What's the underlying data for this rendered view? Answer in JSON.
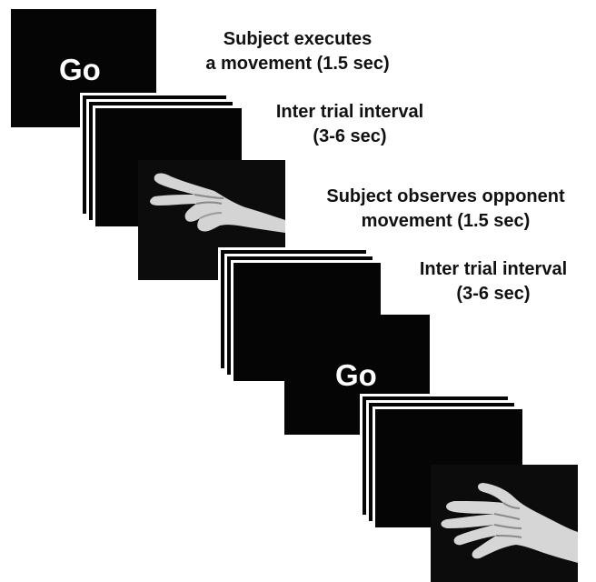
{
  "frames": {
    "go_cue": "Go",
    "hand_scissors": "hand-scissors-photo",
    "hand_paper": "hand-paper-photo"
  },
  "labels": {
    "execute": [
      "Subject executes",
      "a movement (1.5 sec)"
    ],
    "iti_1": [
      "Inter trial interval",
      "(3-6 sec)"
    ],
    "observe": [
      "Subject observes opponent",
      "movement (1.5 sec)"
    ],
    "iti_2": [
      "Inter trial interval",
      "(3-6 sec)"
    ]
  },
  "colors": {
    "screen": "#050505",
    "text": "#111111",
    "go_text": "#ffffff"
  }
}
